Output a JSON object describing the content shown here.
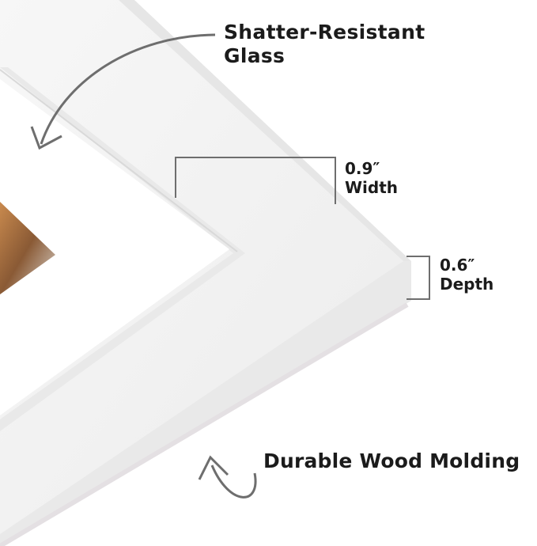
{
  "labels": {
    "glass_line1": "Shatter-Resistant",
    "glass_line2": "Glass",
    "width_value": "0.9″",
    "width_label": "Width",
    "depth_value": "0.6″",
    "depth_label": "Depth",
    "molding": "Durable Wood Molding"
  },
  "colors": {
    "background": "#ffffff",
    "frame_face": "#f4f4f4",
    "frame_edge": "#e3e3e3",
    "mat": "#ffffff",
    "annotation": "#6e6e6e",
    "text": "#1b1b1b"
  },
  "icons": [
    "curved-arrow-icon",
    "dimension-bracket-icon"
  ]
}
